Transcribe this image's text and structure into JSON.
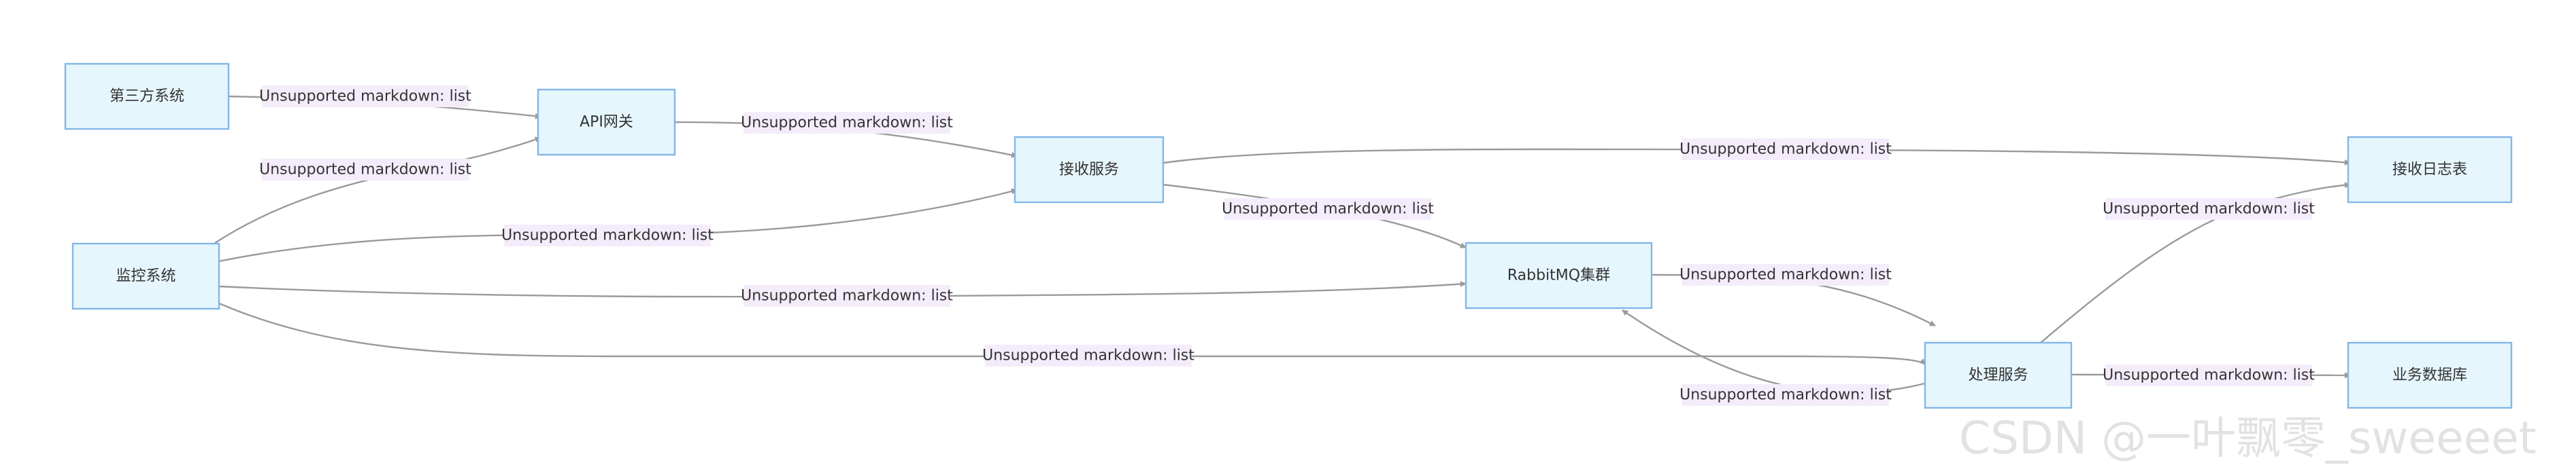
{
  "diagram": {
    "nodes": [
      {
        "id": "third_party",
        "label": "第三方系统"
      },
      {
        "id": "api_gateway",
        "label": "API网关"
      },
      {
        "id": "monitor",
        "label": "监控系统"
      },
      {
        "id": "receive_service",
        "label": "接收服务"
      },
      {
        "id": "rabbitmq",
        "label": "RabbitMQ集群"
      },
      {
        "id": "process_service",
        "label": "处理服务"
      },
      {
        "id": "receive_log",
        "label": "接收日志表"
      },
      {
        "id": "business_db",
        "label": "业务数据库"
      }
    ],
    "edges": [
      {
        "from": "third_party",
        "to": "api_gateway",
        "label": "Unsupported markdown: list"
      },
      {
        "from": "monitor",
        "to": "api_gateway",
        "label": "Unsupported markdown: list"
      },
      {
        "from": "api_gateway",
        "to": "receive_service",
        "label": "Unsupported markdown: list"
      },
      {
        "from": "monitor",
        "to": "receive_service",
        "label": "Unsupported markdown: list"
      },
      {
        "from": "receive_service",
        "to": "receive_log",
        "label": "Unsupported markdown: list"
      },
      {
        "from": "receive_service",
        "to": "rabbitmq",
        "label": "Unsupported markdown: list"
      },
      {
        "from": "monitor",
        "to": "rabbitmq",
        "label": "Unsupported markdown: list"
      },
      {
        "from": "rabbitmq",
        "to": "process_service",
        "label": "Unsupported markdown: list"
      },
      {
        "from": "process_service",
        "to": "receive_log",
        "label": "Unsupported markdown: list"
      },
      {
        "from": "monitor",
        "to": "process_service",
        "label": "Unsupported markdown: list"
      },
      {
        "from": "process_service",
        "to": "business_db",
        "label": "Unsupported markdown: list"
      },
      {
        "from": "process_service",
        "to": "rabbitmq",
        "label": "Unsupported markdown: list"
      }
    ]
  },
  "watermark": "CSDN @一叶飘零_sweeeet"
}
